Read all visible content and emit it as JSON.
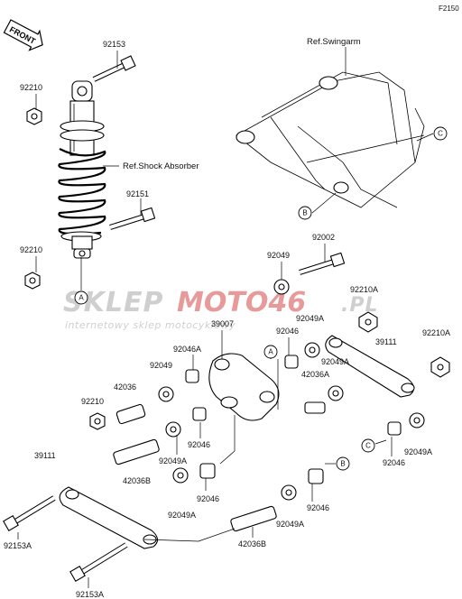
{
  "diagram_code": "F2150",
  "front_badge": "FRONT",
  "refs": {
    "swingarm": "Ref.Swingarm",
    "shock_absorber": "Ref.Shock Absorber"
  },
  "callouts": [
    "A",
    "B",
    "C"
  ],
  "watermark": {
    "brand_a": "SKLEP",
    "brand_b": "MOTO46",
    "brand_c": ".PL",
    "tagline": "internetowy sklep motocyklowy"
  },
  "labels": {
    "p92153_top": "92153",
    "p92210_top": "92210",
    "p92151": "92151",
    "p92210_mid": "92210",
    "p92002": "92002",
    "p92049_top": "92049",
    "p92210A_top": "92210A",
    "p39007": "39007",
    "p92046_a": "92046",
    "p92049A_a": "92049A",
    "p39111_right": "39111",
    "p92210A_right": "92210A",
    "p92046A": "92046A",
    "p92049_mid": "92049",
    "p42036A": "42036A",
    "p92049A_b": "92049A",
    "p42036_left": "42036",
    "p92210_low": "92210",
    "p92046_b": "92046",
    "p92049A_c": "92049A",
    "p42036B_left": "42036B",
    "p39111_left": "39111",
    "p92046_c": "92046",
    "p92049A_d": "92049A",
    "p92046_d": "92046",
    "p92046_e": "92046",
    "p92049A_e": "92049A",
    "p92049A_f": "92049A",
    "p42036B_bottom": "42036B",
    "p92153A_left": "92153A",
    "p92153A_bottom": "92153A"
  }
}
